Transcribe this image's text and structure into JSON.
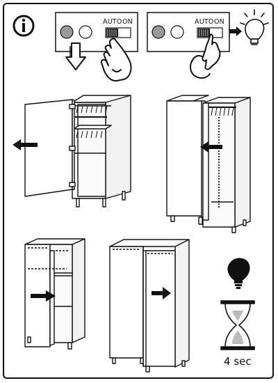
{
  "switch_panels": [
    {
      "auto_label": "AUTO",
      "on_label": "ON",
      "action": "slide-down"
    },
    {
      "auto_label": "AUTO",
      "on_label": "ON",
      "action": "light-on"
    }
  ],
  "timer": {
    "label": "4 sec"
  },
  "colors": {
    "line": "#111111",
    "led_grey": "#999999",
    "cabinet_face": "#ffffff",
    "cabinet_side": "#f2f2f2",
    "sand": "#bbbbbb"
  },
  "icons": {
    "info": "info-icon",
    "arrow_down": "arrow-down-outline-icon",
    "hand": "pointing-hand-icon",
    "bulb_outline": "lightbulb-outline-icon",
    "bulb_solid": "lightbulb-solid-icon",
    "hourglass": "hourglass-icon",
    "arrow_left": "arrow-left-icon",
    "arrow_right": "arrow-right-icon"
  }
}
